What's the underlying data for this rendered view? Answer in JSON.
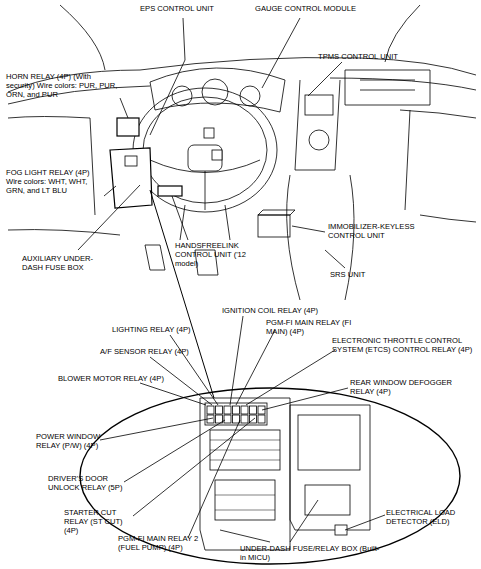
{
  "diagram": {
    "labels": [
      "EPS CONTROL UNIT",
      "GAUGE CONTROL MODULE",
      "TPMS CONTROL UNIT",
      "HORN RELAY (4P) (With security) Wire colors: PUR, PUR, ORN, and PUR",
      "FOG LIGHT RELAY (4P) Wire colors: WHT, WHT, GRN, and LT BLU",
      "AUXILIARY UNDER-DASH FUSE BOX",
      "HANDSFREELINK CONTROL UNIT ('12 model)",
      "IMMOBILIZER-KEYLESS CONTROL UNIT",
      "SRS UNIT",
      "IGNITION COIL RELAY (4P)",
      "LIGHTING RELAY (4P)",
      "PGM-FI MAIN RELAY (FI MAIN) (4P)",
      "A/F SENSOR RELAY (4P)",
      "ELECTRONIC THROTTLE CONTROL SYSTEM (ETCS) CONTROL RELAY (4P)",
      "BLOWER MOTOR RELAY (4P)",
      "REAR WINDOW DEFOGGER RELAY (4P)",
      "POWER WINDOW RELAY (P/W) (4P)",
      "DRIVER'S DOOR UNLOCK RELAY (5P)",
      "STARTER CUT RELAY (ST CUT) (4P)",
      "ELECTRICAL LOAD DETECTOR (ELD)",
      "PGM-FI MAIN RELAY 2 (FUEL PUMP) (4P)",
      "UNDER-DASH FUSE/RELAY BOX (Built-in MICU)"
    ]
  }
}
